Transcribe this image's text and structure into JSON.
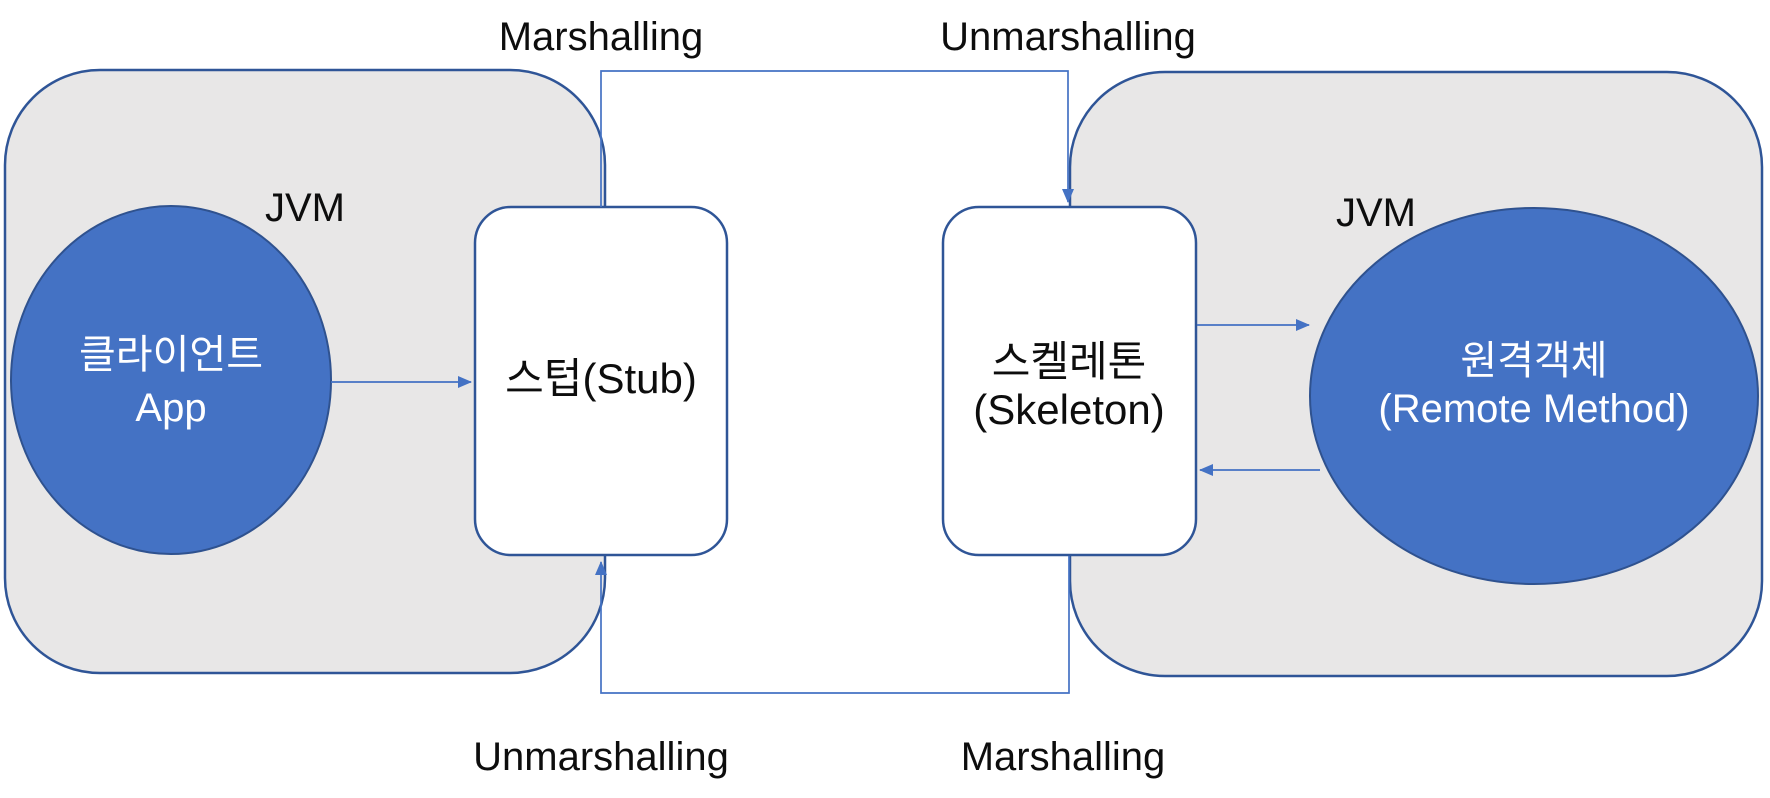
{
  "colors": {
    "node_fill": "#4472C4",
    "node_stroke": "#2F528F",
    "container_fill": "#E8E7E7",
    "container_stroke": "#2F5597",
    "connector": "#4472C4",
    "text_dark": "#0D0D0D",
    "text_light": "#FFFFFF"
  },
  "labels": {
    "top_left": "Marshalling",
    "top_right": "Unmarshalling",
    "bottom_left": "Unmarshalling",
    "bottom_right": "Marshalling"
  },
  "left_jvm": {
    "title": "JVM",
    "client": {
      "line1": "클라이언트",
      "line2": "App"
    }
  },
  "right_jvm": {
    "title": "JVM",
    "remote": {
      "line1": "원격객체",
      "line2": "(Remote Method)"
    }
  },
  "stub": {
    "label": "스텁(Stub)"
  },
  "skeleton": {
    "line1": "스켈레톤",
    "line2": "(Skeleton)"
  }
}
